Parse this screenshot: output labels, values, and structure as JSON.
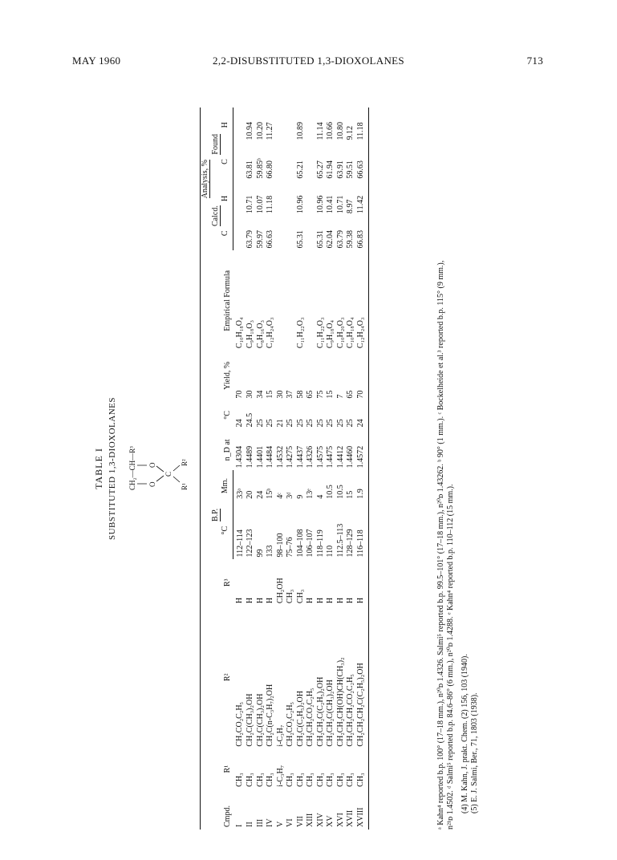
{
  "header": {
    "left": "MAY 1960",
    "center": "2,2-DISUBSTITUTED 1,3-DIOXOLANES",
    "right": "713"
  },
  "table": {
    "title": "TABLE I",
    "subtitle": "SUBSTITUTED 1,3-DIOXOLANES",
    "structure": {
      "top": "CH₂—CH—R³",
      "o_left": "O",
      "o_right": "O",
      "center": "C",
      "r1": "R¹",
      "r2": "R²"
    },
    "group_headers": {
      "bp": "B.P.",
      "analysis": "Analysis, %",
      "calcd": "Calcd.",
      "found": "Found"
    },
    "columns": {
      "cmpd": "Cmpd.",
      "r1": "R¹",
      "r2": "R²",
      "r3": "R³",
      "bp_c": "°C",
      "bp_mm": "Mm.",
      "nd": "n_D at",
      "nd_temp": "°C",
      "yield": "Yield, %",
      "formula": "Empirical Formula",
      "calc_c": "C",
      "calc_h": "H",
      "found_c": "C",
      "found_h": "H"
    },
    "rows": [
      {
        "cmpd": "I",
        "r1": "CH₃",
        "r2": "CH₂CO₂C₂H₅",
        "r3": "H",
        "bp_c": "112–114",
        "bp_mm": "33ᵃ",
        "nd": "1.4304",
        "nd_temp": "24",
        "yield": "70",
        "formula": "C₁₀H₁₈O₄",
        "calc_c": "",
        "calc_h": "",
        "found_c": "",
        "found_h": ""
      },
      {
        "cmpd": "II",
        "r1": "CH₃",
        "r2": "CH₂C(CH₃)₂OH",
        "r3": "H",
        "bp_c": "122–123",
        "bp_mm": "20",
        "nd": "1.4489",
        "nd_temp": "24.5",
        "yield": "30",
        "formula": "C₉H₁₈O₃",
        "calc_c": "63.79",
        "calc_h": "10.71",
        "found_c": "63.81",
        "found_h": "10.94"
      },
      {
        "cmpd": "III",
        "r1": "CH₃",
        "r2": "CH₂C(CH₃)₂OH",
        "r3": "H",
        "bp_c": "99",
        "bp_mm": "24",
        "nd": "1.4401",
        "nd_temp": "25",
        "yield": "34",
        "formula": "C₈H₁₆O₃",
        "calc_c": "59.97",
        "calc_h": "10.07",
        "found_c": "59.85ᵇ",
        "found_h": "10.20"
      },
      {
        "cmpd": "IV",
        "r1": "CH₃",
        "r2": "CH₂C(n-C₃H₇)₂OH",
        "r3": "H",
        "bp_c": "133",
        "bp_mm": "15ᵇ",
        "nd": "1.4484",
        "nd_temp": "25",
        "yield": "15",
        "formula": "C₁₂H₂₄O₃",
        "calc_c": "66.63",
        "calc_h": "11.18",
        "found_c": "66.80",
        "found_h": "11.27"
      },
      {
        "cmpd": "V",
        "r1": "i-C₃H₇",
        "r2": "i-C₃H₇",
        "r3": "CH₂OH",
        "bp_c": "98–100",
        "bp_mm": "4ᶜ",
        "nd": "1.4532",
        "nd_temp": "21",
        "yield": "30",
        "formula": "",
        "calc_c": "",
        "calc_h": "",
        "found_c": "",
        "found_h": ""
      },
      {
        "cmpd": "VI",
        "r1": "CH₃",
        "r2": "CH₂CO₂C₂H₅",
        "r3": "CH₃",
        "bp_c": "75–76",
        "bp_mm": "3ᵈ",
        "nd": "1.4275",
        "nd_temp": "25",
        "yield": "37",
        "formula": "",
        "calc_c": "",
        "calc_h": "",
        "found_c": "",
        "found_h": ""
      },
      {
        "cmpd": "VII",
        "r1": "CH₃",
        "r2": "CH₂C(C₂H₅)₂OH",
        "r3": "CH₃",
        "bp_c": "104–108",
        "bp_mm": "9",
        "nd": "1.4437",
        "nd_temp": "25",
        "yield": "58",
        "formula": "C₁₁H₂₂O₃",
        "calc_c": "65.31",
        "calc_h": "10.96",
        "found_c": "65.21",
        "found_h": "10.89"
      },
      {
        "cmpd": "XIII",
        "r1": "CH₃",
        "r2": "CH₂CH₂CO₂C₂H₅",
        "r3": "H",
        "bp_c": "106–107",
        "bp_mm": "13ᵉ",
        "nd": "1.4326",
        "nd_temp": "25",
        "yield": "65",
        "formula": "",
        "calc_c": "",
        "calc_h": "",
        "found_c": "",
        "found_h": ""
      },
      {
        "cmpd": "XIV",
        "r1": "CH₃",
        "r2": "CH₂CH₂C(C₂H₅)₂OH",
        "r3": "H",
        "bp_c": "118–119",
        "bp_mm": "4",
        "nd": "1.4575",
        "nd_temp": "25",
        "yield": "75",
        "formula": "C₁₁H₂₂O₃",
        "calc_c": "65.31",
        "calc_h": "10.96",
        "found_c": "65.27",
        "found_h": "11.14"
      },
      {
        "cmpd": "XV",
        "r1": "CH₃",
        "r2": "CH₂CH₂C(CH₃)₂OH",
        "r3": "H",
        "bp_c": "110",
        "bp_mm": "10.5",
        "nd": "1.4475",
        "nd_temp": "25",
        "yield": "15",
        "formula": "C₉H₁₈O₄",
        "calc_c": "62.04",
        "calc_h": "10.41",
        "found_c": "61.94",
        "found_h": "10.66"
      },
      {
        "cmpd": "XVI",
        "r1": "CH₃",
        "r2": "CH₂CH₂CH(OH)CH(CH₃)₂",
        "r3": "H",
        "bp_c": "112.5–113",
        "bp_mm": "10.5",
        "nd": "1.4412",
        "nd_temp": "25",
        "yield": "7",
        "formula": "C₁₀H₂₀O₃",
        "calc_c": "63.79",
        "calc_h": "10.71",
        "found_c": "63.91",
        "found_h": "10.80"
      },
      {
        "cmpd": "XVII",
        "r1": "CH₃",
        "r2": "CH₂CH₂CH₂CO₂C₂H₅",
        "r3": "H",
        "bp_c": "128–129",
        "bp_mm": "15",
        "nd": "1.4460",
        "nd_temp": "25",
        "yield": "65",
        "formula": "C₁₀H₁₈O₄",
        "calc_c": "59.38",
        "calc_h": "8.97",
        "found_c": "59.51",
        "found_h": "9.12"
      },
      {
        "cmpd": "XVIII",
        "r1": "CH₃",
        "r2": "CH₂CH₂CH₂C(C₂H₅)₂OH",
        "r3": "H",
        "bp_c": "116–118",
        "bp_mm": "1.9",
        "nd": "1.4572",
        "nd_temp": "24",
        "yield": "70",
        "formula": "C₁₂H₂₄O₃",
        "calc_c": "66.83",
        "calc_h": "11.42",
        "found_c": "66.63",
        "found_h": "11.18"
      }
    ],
    "footnotes": {
      "line1": "ᵃ Kahn⁴ reported b.p. 100° (17–18 mm.), n²⁰ᴅ 1.4326. Salmi⁵ reported b.p. 99.5–101° (17–18 mm.), n²⁰ᴅ 1.43262. ᵇ 90° (1 mm.). ᶜ Bockelheide et al.³ reported b.p. 115° (9 mm.),",
      "line2": "n²¹ᴅ 1.4502. ᵈ Salmi⁵ reported b.p. 84.6–86° (6 mm.), n²⁰ᴅ 1.4288. ᵉ Kahn⁴ reported b.p. 110–112 (15 mm.)."
    },
    "references": [
      "(4) M. Kahn, J. prakt. Chem. (2) 156, 103 (1940).",
      "(5) E. J. Salmi, Ber., 71, 1803 (1938)."
    ]
  }
}
